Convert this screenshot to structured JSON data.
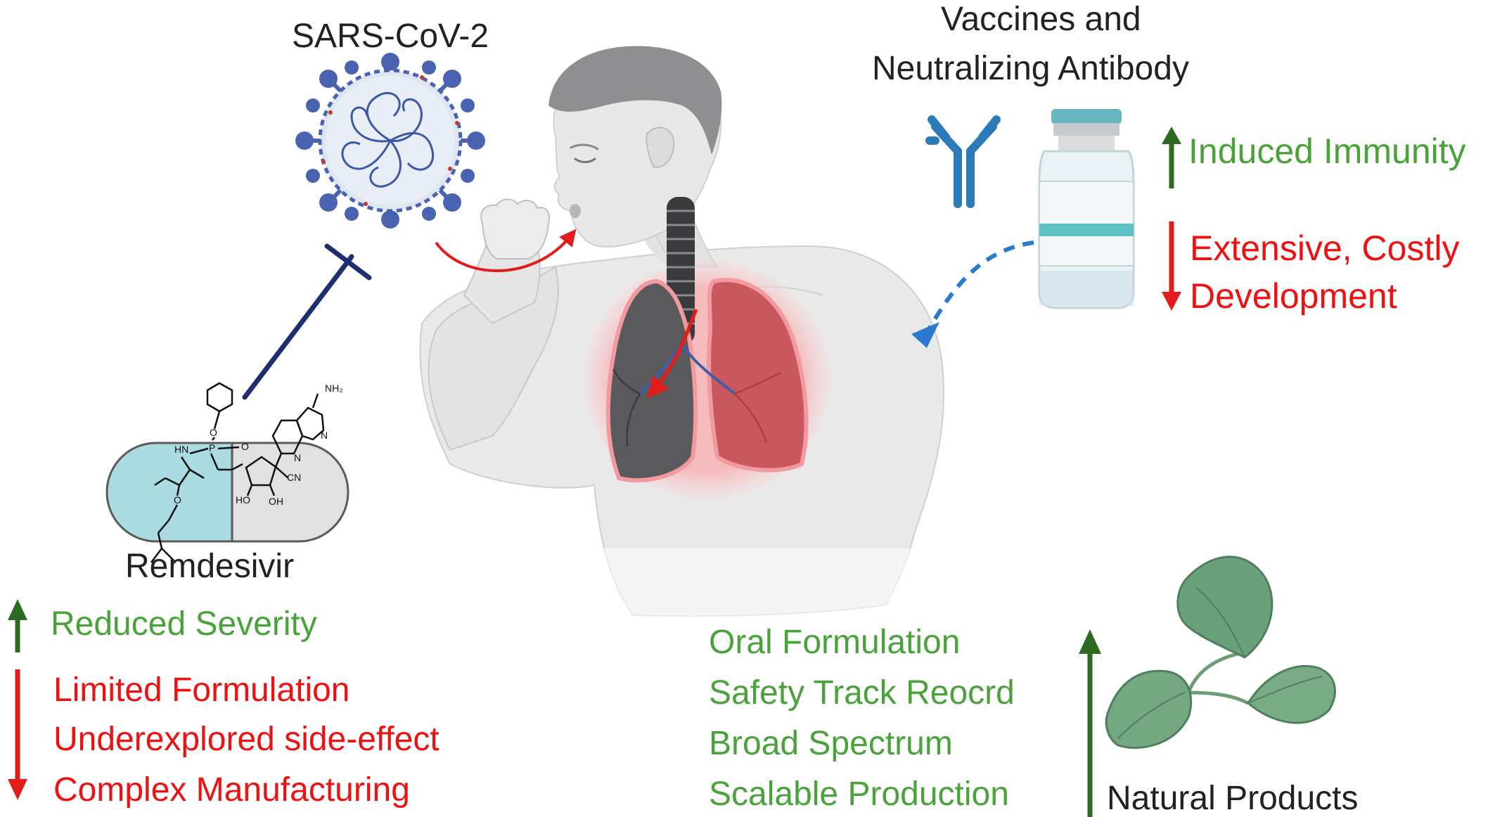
{
  "colors": {
    "benefit_green": "#4aa33a",
    "arrow_green": "#2e6b22",
    "drawback_red": "#ee1111",
    "inhibitor_navy": "#1d2f6e",
    "virus_blue": "#4a63b0",
    "antibody_blue": "#2a7bb8",
    "lung_red": "#c85a5e",
    "skin_gray": "#e8e8e8"
  },
  "icons": {
    "virus": "sars-cov-2-virus-icon",
    "antibody": "antibody-icon",
    "vial": "vaccine-vial-icon",
    "capsule": "capsule-icon",
    "leaf": "leaf-icon",
    "person": "coughing-person-icon",
    "lungs": "lungs-icon"
  },
  "virus": {
    "label": "SARS-CoV-2"
  },
  "vaccines": {
    "label_line1": "Vaccines and",
    "label_line2": "Neutralizing Antibody",
    "pros": [
      "Induced Immunity"
    ],
    "cons": [
      "Extensive, Costly",
      "Development"
    ]
  },
  "remdesivir": {
    "label": "Remdesivir",
    "pros": [
      "Reduced Severity"
    ],
    "cons": [
      "Limited Formulation",
      "Underexplored side-effect",
      "Complex Manufacturing"
    ],
    "structure_labels": {
      "nh2": "NH₂",
      "nh": "HN",
      "p": "P",
      "o_phosphate": "O",
      "o_ester": "O",
      "o_sugar": "O",
      "oh1": "HO",
      "oh2": "OH",
      "cn": "CN",
      "n1": "N",
      "n2": "N"
    }
  },
  "natural_products": {
    "label": "Natural Products",
    "pros": [
      "Oral Formulation",
      "Safety Track Reocrd",
      "Broad Spectrum",
      "Scalable Production"
    ]
  }
}
